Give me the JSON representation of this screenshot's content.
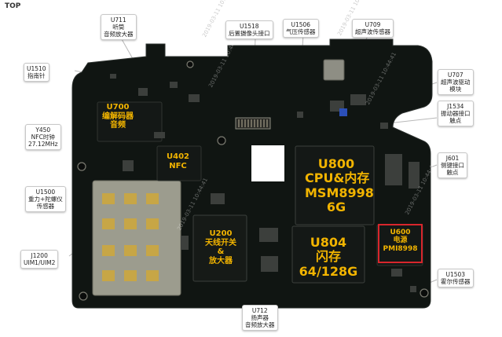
{
  "header": {
    "top_label": "TOP"
  },
  "watermarks": [
    "2019-03-11 10:44:41"
  ],
  "colors": {
    "board": "#101512",
    "chip_text": "#f2b400",
    "highlight": "#d8262c",
    "leader": "#b8b8b8"
  },
  "callouts": {
    "u1510": [
      "U1510",
      "指南针"
    ],
    "u711": [
      "U711",
      "听筒",
      "音频放大器"
    ],
    "u1518": [
      "U1518",
      "后置摄像头接口"
    ],
    "u1506": [
      "U1506",
      "气压传感器"
    ],
    "u709": [
      "U709",
      "超声波传感器"
    ],
    "u707": [
      "U707",
      "超声波驱动",
      "模块"
    ],
    "j1534": [
      "J1534",
      "振动器接口",
      "触点"
    ],
    "y450": [
      "Y450",
      "NFC时钟",
      "27.12MHz"
    ],
    "u1500": [
      "U1500",
      "重力+陀螺仪",
      "传感器"
    ],
    "j601": [
      "J601",
      "侧键接口",
      "触点"
    ],
    "j1200": [
      "J1200",
      "UIM1/UIM2"
    ],
    "u1503": [
      "U1503",
      "霍尔传感器"
    ],
    "u712": [
      "U712",
      "扬声器",
      "音频放大器"
    ]
  },
  "chips": {
    "u700": [
      "U700",
      "编解码器",
      "音频"
    ],
    "u402": [
      "U402",
      "NFC"
    ],
    "u800": [
      "U800",
      "CPU&内存",
      "MSM8998",
      "6G"
    ],
    "u200": [
      "U200",
      "天线开关",
      "&",
      "放大器"
    ],
    "u804": [
      "U804",
      "闪存",
      "64/128G"
    ],
    "u600": [
      "U600",
      "电源",
      "PMI8998"
    ]
  }
}
